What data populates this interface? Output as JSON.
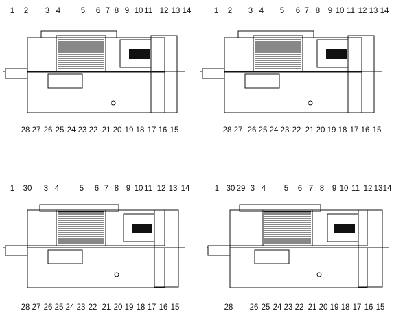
{
  "panels": [
    {
      "top": [
        "1",
        "2",
        "3",
        "4",
        "5",
        "6",
        "7",
        "8",
        "9",
        "10",
        "11",
        "12",
        "13",
        "14"
      ],
      "bottom": [
        "28",
        "27",
        "26",
        "25",
        "24",
        "23",
        "22",
        "21",
        "20",
        "19",
        "18",
        "17",
        "16",
        "15"
      ]
    },
    {
      "top": [
        "1",
        "2",
        "3",
        "4",
        "5",
        "6",
        "7",
        "8",
        "9",
        "10",
        "11",
        "12",
        "13",
        "14"
      ],
      "bottom": [
        "28",
        "27",
        "26",
        "25",
        "24",
        "23",
        "22",
        "21",
        "20",
        "19",
        "18",
        "17",
        "16",
        "15"
      ]
    },
    {
      "top": [
        "1",
        "30",
        "3",
        "4",
        "5",
        "6",
        "7",
        "8",
        "9",
        "10",
        "11",
        "12",
        "13",
        "14"
      ],
      "bottom": [
        "28",
        "27",
        "26",
        "25",
        "24",
        "23",
        "22",
        "21",
        "20",
        "19",
        "18",
        "17",
        "16",
        "15"
      ]
    },
    {
      "top": [
        "1",
        "30",
        "29",
        "3",
        "4",
        "5",
        "6",
        "7",
        "8",
        "9",
        "10",
        "11",
        "12",
        "13",
        "14"
      ],
      "bottom": [
        "28",
        "26",
        "25",
        "24",
        "23",
        "22",
        "21",
        "20",
        "19",
        "18",
        "17",
        "16",
        "15"
      ]
    }
  ]
}
